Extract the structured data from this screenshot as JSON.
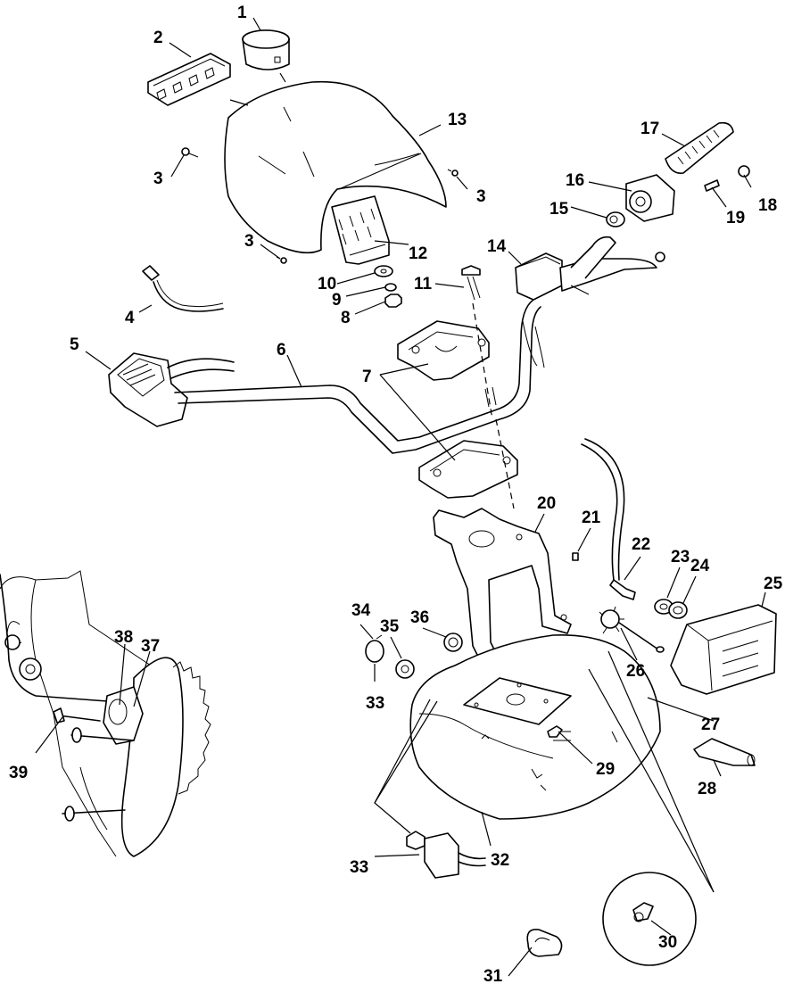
{
  "callouts": [
    "1",
    "2",
    "3",
    "4",
    "5",
    "6",
    "7",
    "8",
    "9",
    "10",
    "11",
    "12",
    "13",
    "14",
    "15",
    "16",
    "17",
    "18",
    "19",
    "20",
    "21",
    "22",
    "23",
    "24",
    "25",
    "26",
    "27",
    "28",
    "29",
    "30",
    "31",
    "32",
    "33",
    "34",
    "35",
    "36",
    "37",
    "38",
    "39"
  ],
  "colors": {
    "ink": "#000000",
    "paper": "#ffffff"
  }
}
